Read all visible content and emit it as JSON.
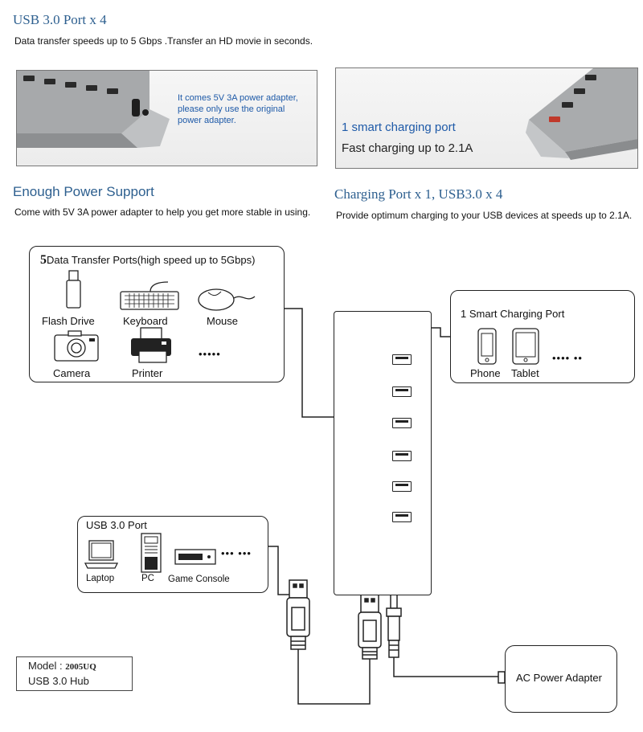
{
  "top_left": {
    "title": "USB 3.0 Port x 4",
    "subtitle": "Data transfer speeds up to 5 Gbps .Transfer an HD movie in seconds."
  },
  "photo_left": {
    "caption_line1": "It comes 5V 3A power adapter,",
    "caption_line2": "please only use the original",
    "caption_line3": "power adapter."
  },
  "photo_right": {
    "caption_line1": "1 smart charging port",
    "caption_line2": "Fast charging up to 2.1A"
  },
  "mid_left": {
    "title": "Enough Power Support",
    "subtitle": "Come with 5V 3A power adapter to help you get more stable in using."
  },
  "mid_right": {
    "title": "Charging Port x 1, USB3.0 x 4",
    "subtitle": "Provide optimum charging to your USB devices at speeds up to 2.1A."
  },
  "data_ports_box": {
    "number": "5",
    "title": "Data Transfer Ports(high speed up to 5Gbps)",
    "devices": [
      "Flash Drive",
      "Keyboard",
      "Mouse",
      "Camera",
      "Printer"
    ],
    "more": "•••••"
  },
  "charging_box": {
    "title": "1 Smart Charging Port",
    "devices": [
      "Phone",
      "Tablet"
    ],
    "more": "•••• ••"
  },
  "usb_box": {
    "title": "USB 3.0 Port",
    "devices": [
      "Laptop",
      "PC",
      "Game Console"
    ],
    "more": "••• •••"
  },
  "model_box": {
    "model_label": "Model : ",
    "model_value": "2005UQ",
    "product": "USB 3.0 Hub"
  },
  "adapter_box": {
    "label": "AC Power Adapter"
  }
}
